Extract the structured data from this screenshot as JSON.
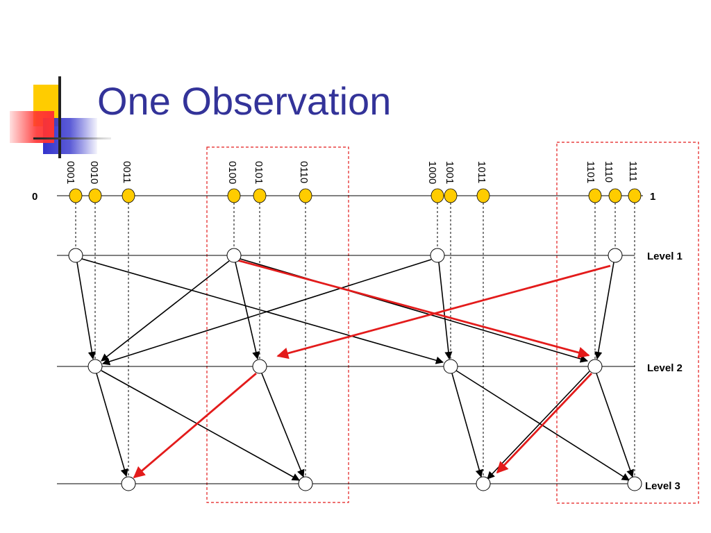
{
  "slide": {
    "title": "One Observation"
  },
  "diagram": {
    "axis_start_label": "0",
    "axis_end_label": "1",
    "level_labels": [
      "Level 1",
      "Level 2",
      "Level 3"
    ],
    "keys": [
      "0001",
      "0010",
      "0011",
      "0100",
      "0101",
      "0110",
      "1000",
      "1001",
      "1011",
      "1101",
      "1110",
      "1111"
    ],
    "colors": {
      "key_fill": "#FFCC00",
      "highlight_arrow": "#E31B1B",
      "box_border": "#E31B1B",
      "title": "#333399",
      "logo_yellow": "#FFCC00",
      "logo_blue": "#3333CC",
      "logo_red": "#FF3333"
    },
    "highlight_boxes": 2
  }
}
